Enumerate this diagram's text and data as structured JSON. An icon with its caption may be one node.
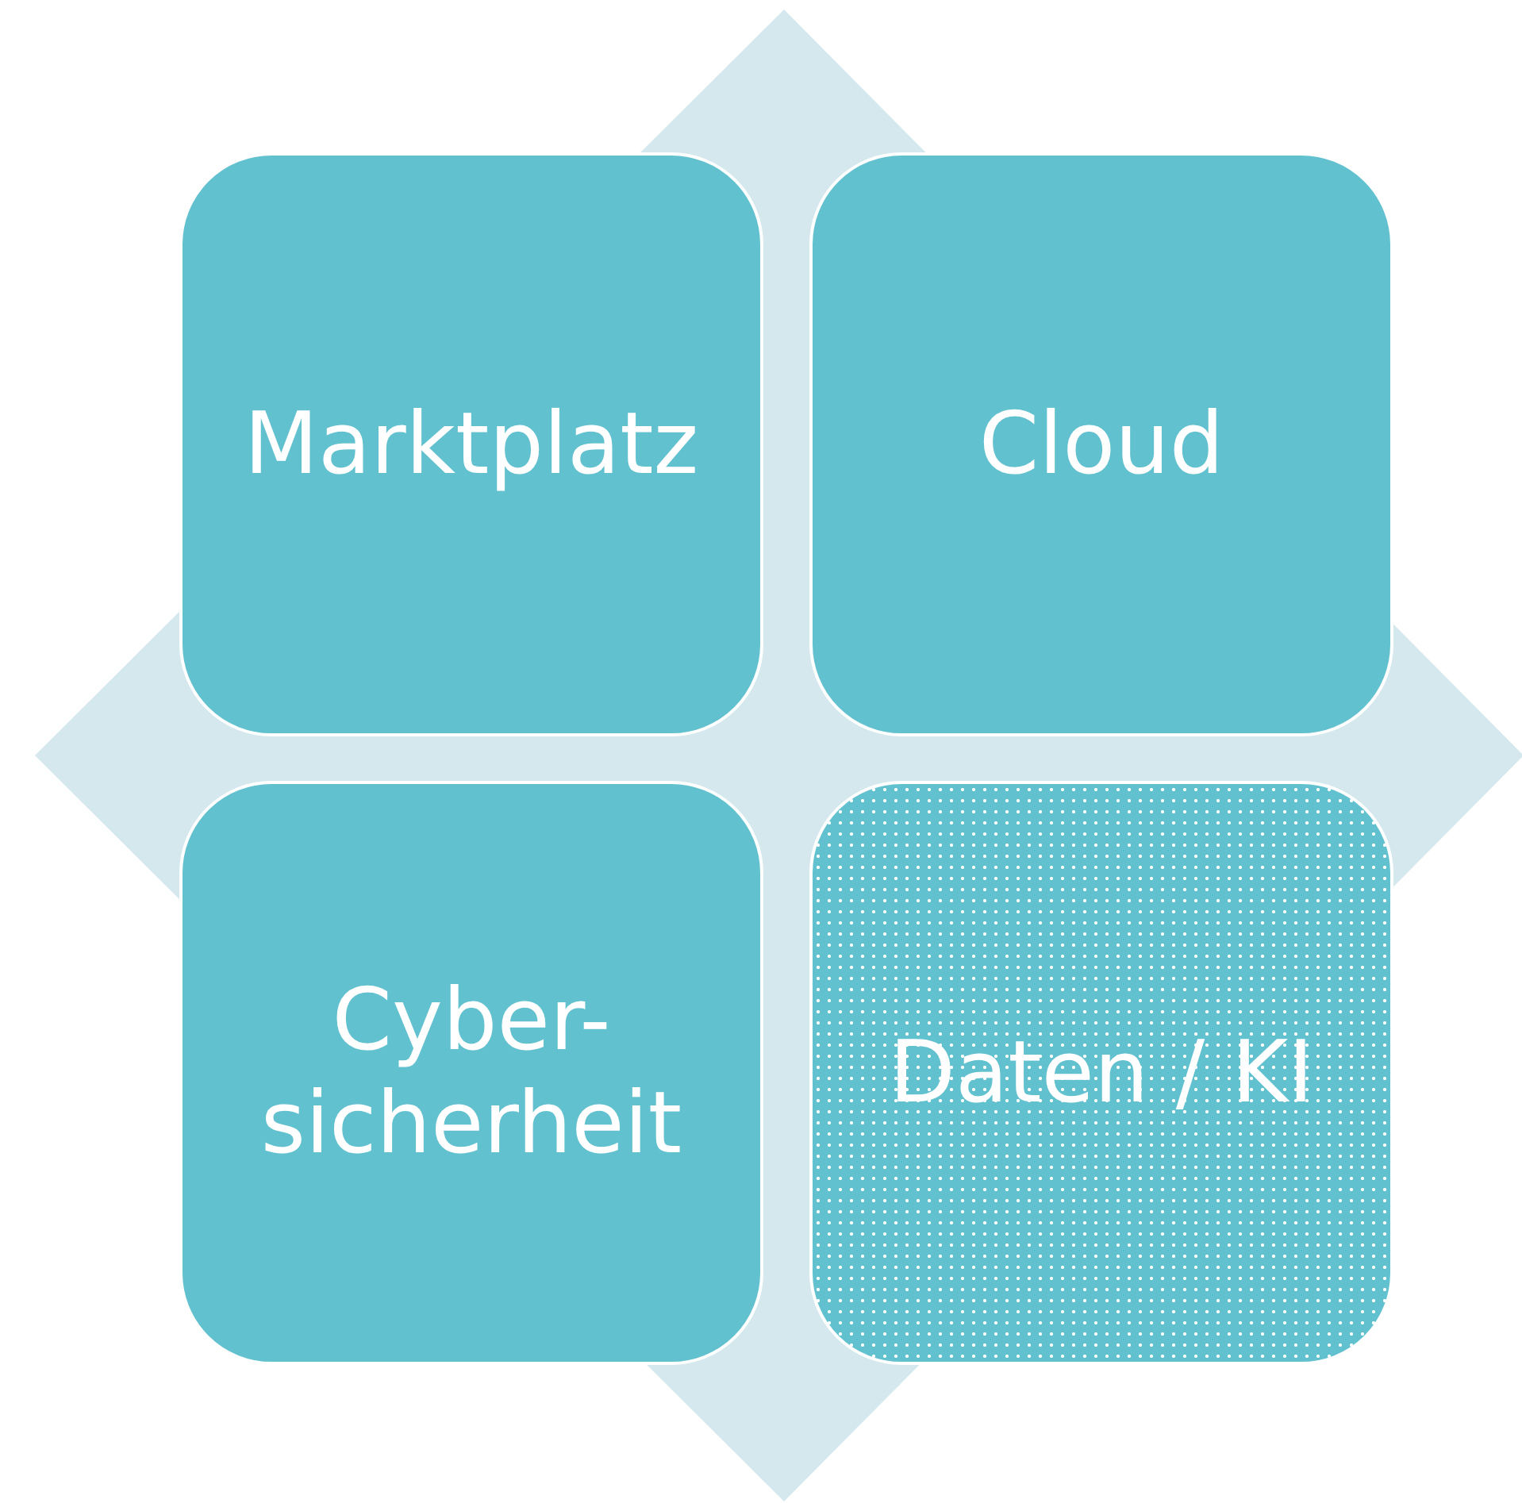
{
  "diagram": {
    "nodes": [
      {
        "text": [
          "Marktplatz"
        ]
      },
      {
        "text": [
          "Cloud"
        ]
      },
      {
        "text": [
          "Cyber- sicherheit"
        ]
      },
      {
        "text": [
          "Daten / KI"
        ]
      }
    ]
  }
}
